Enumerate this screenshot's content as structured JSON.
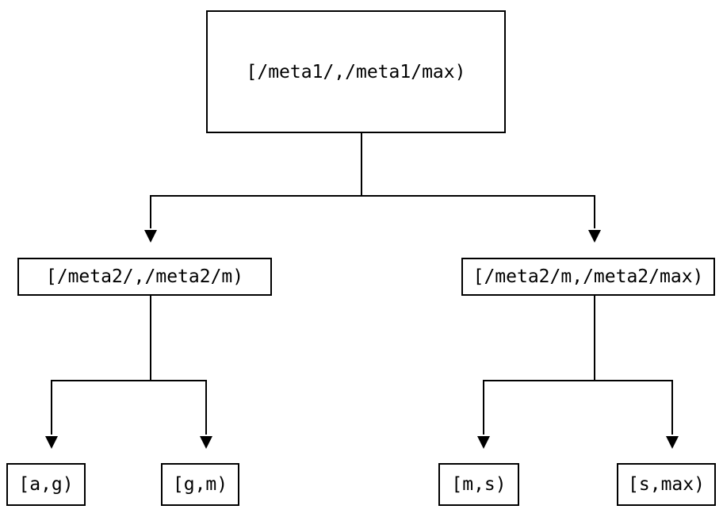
{
  "diagram": {
    "type": "tree",
    "background_color": "#ffffff",
    "line_color": "#000000",
    "node_border_color": "#000000",
    "node_fill_color": "#ffffff",
    "nodes": {
      "root": {
        "label": "[/meta1/,/meta1/max)"
      },
      "left": {
        "label": "[/meta2/,/meta2/m)"
      },
      "right": {
        "label": "[/meta2/m,/meta2/max)"
      },
      "leaf_ag": {
        "label": "[a,g)"
      },
      "leaf_gm": {
        "label": "[g,m)"
      },
      "leaf_ms": {
        "label": "[m,s)"
      },
      "leaf_smax": {
        "label": "[s,max)"
      }
    },
    "edges": [
      {
        "from": "root",
        "to": "left"
      },
      {
        "from": "root",
        "to": "right"
      },
      {
        "from": "left",
        "to": "leaf_ag"
      },
      {
        "from": "left",
        "to": "leaf_gm"
      },
      {
        "from": "right",
        "to": "leaf_ms"
      },
      {
        "from": "right",
        "to": "leaf_smax"
      }
    ]
  }
}
